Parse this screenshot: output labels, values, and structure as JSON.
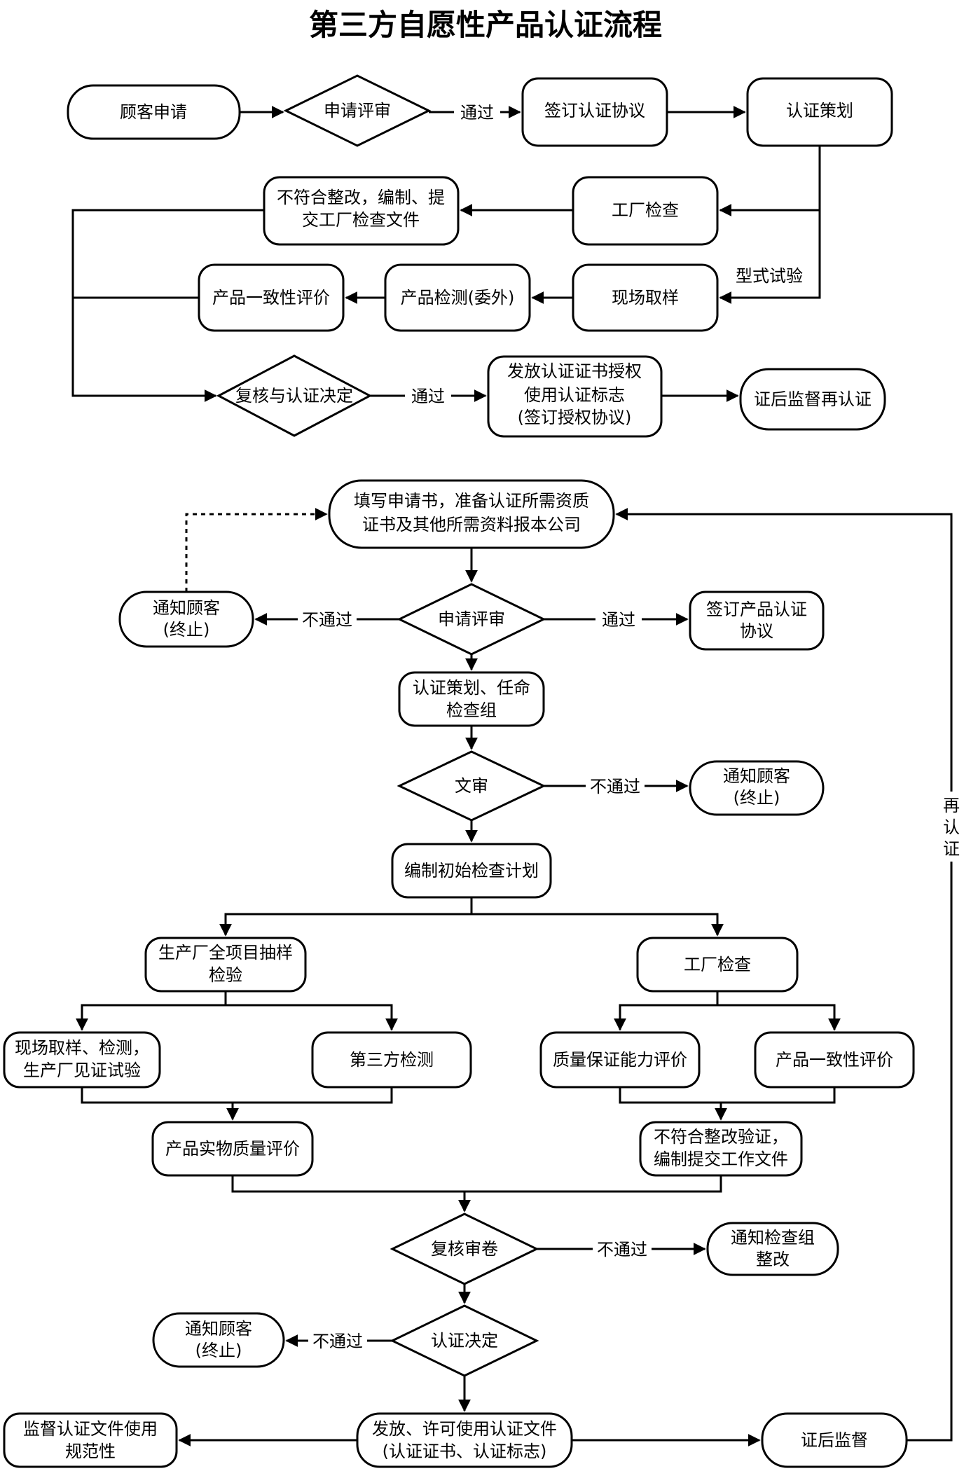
{
  "title": "第三方自愿性产品认证流程",
  "flow1": {
    "customer_apply": "顾客申请",
    "apply_review": "申请评审",
    "pass1": "通过",
    "sign_agreement": "签订认证协议",
    "cert_plan": "认证策划",
    "factory_inspect": "工厂检查",
    "rectify": [
      "不符合整改，编制、提",
      "交工厂检查文件"
    ],
    "type_test": "型式试验",
    "sampling": "现场取样",
    "product_test": "产品检测(委外)",
    "consistency_eval": "产品一致性评价",
    "review_decision": "复核与认证决定",
    "pass2": "通过",
    "issue_cert": [
      "发放认证证书授权",
      "使用认证标志",
      "(签订授权协议)"
    ],
    "post_cert": "证后监督再认证"
  },
  "flow2": {
    "fill_application": [
      "填写申请书，准备认证所需资质",
      "证书及其他所需资料报本公司"
    ],
    "apply_review": "申请评审",
    "notify_terminate_1": [
      "通知顾客",
      "(终止)"
    ],
    "fail1": "不通过",
    "pass1": "通过",
    "sign_product_agreement": [
      "签订产品认证",
      "协议"
    ],
    "plan_team": [
      "认证策划、任命",
      "检查组"
    ],
    "doc_review": "文审",
    "fail2": "不通过",
    "notify_terminate_2": [
      "通知顾客",
      "(终止)"
    ],
    "initial_plan": "编制初始检查计划",
    "full_sampling": [
      "生产厂全项目抽样",
      "检验"
    ],
    "factory_inspect": "工厂检查",
    "onsite_sampling": [
      "现场取样、检测，",
      "生产厂见证试验"
    ],
    "third_party_test": "第三方检测",
    "qa_eval": "质量保证能力评价",
    "consistency_eval": "产品一致性评价",
    "physical_quality_eval": "产品实物质量评价",
    "nc_verify": [
      "不符合整改验证，",
      "编制提交工作文件"
    ],
    "review_dossier": "复核审卷",
    "fail3": "不通过",
    "notify_team": [
      "通知检查组",
      "整改"
    ],
    "cert_decision": "认证决定",
    "fail4": "不通过",
    "notify_terminate_3": [
      "通知顾客",
      "(终止)"
    ],
    "supervise_doc": [
      "监督认证文件使用",
      "规范性"
    ],
    "issue_license": [
      "发放、许可使用认证文件",
      "(认证证书、认证标志)"
    ],
    "post_supervision": "证后监督",
    "recert": [
      "再",
      "认",
      "证"
    ]
  }
}
